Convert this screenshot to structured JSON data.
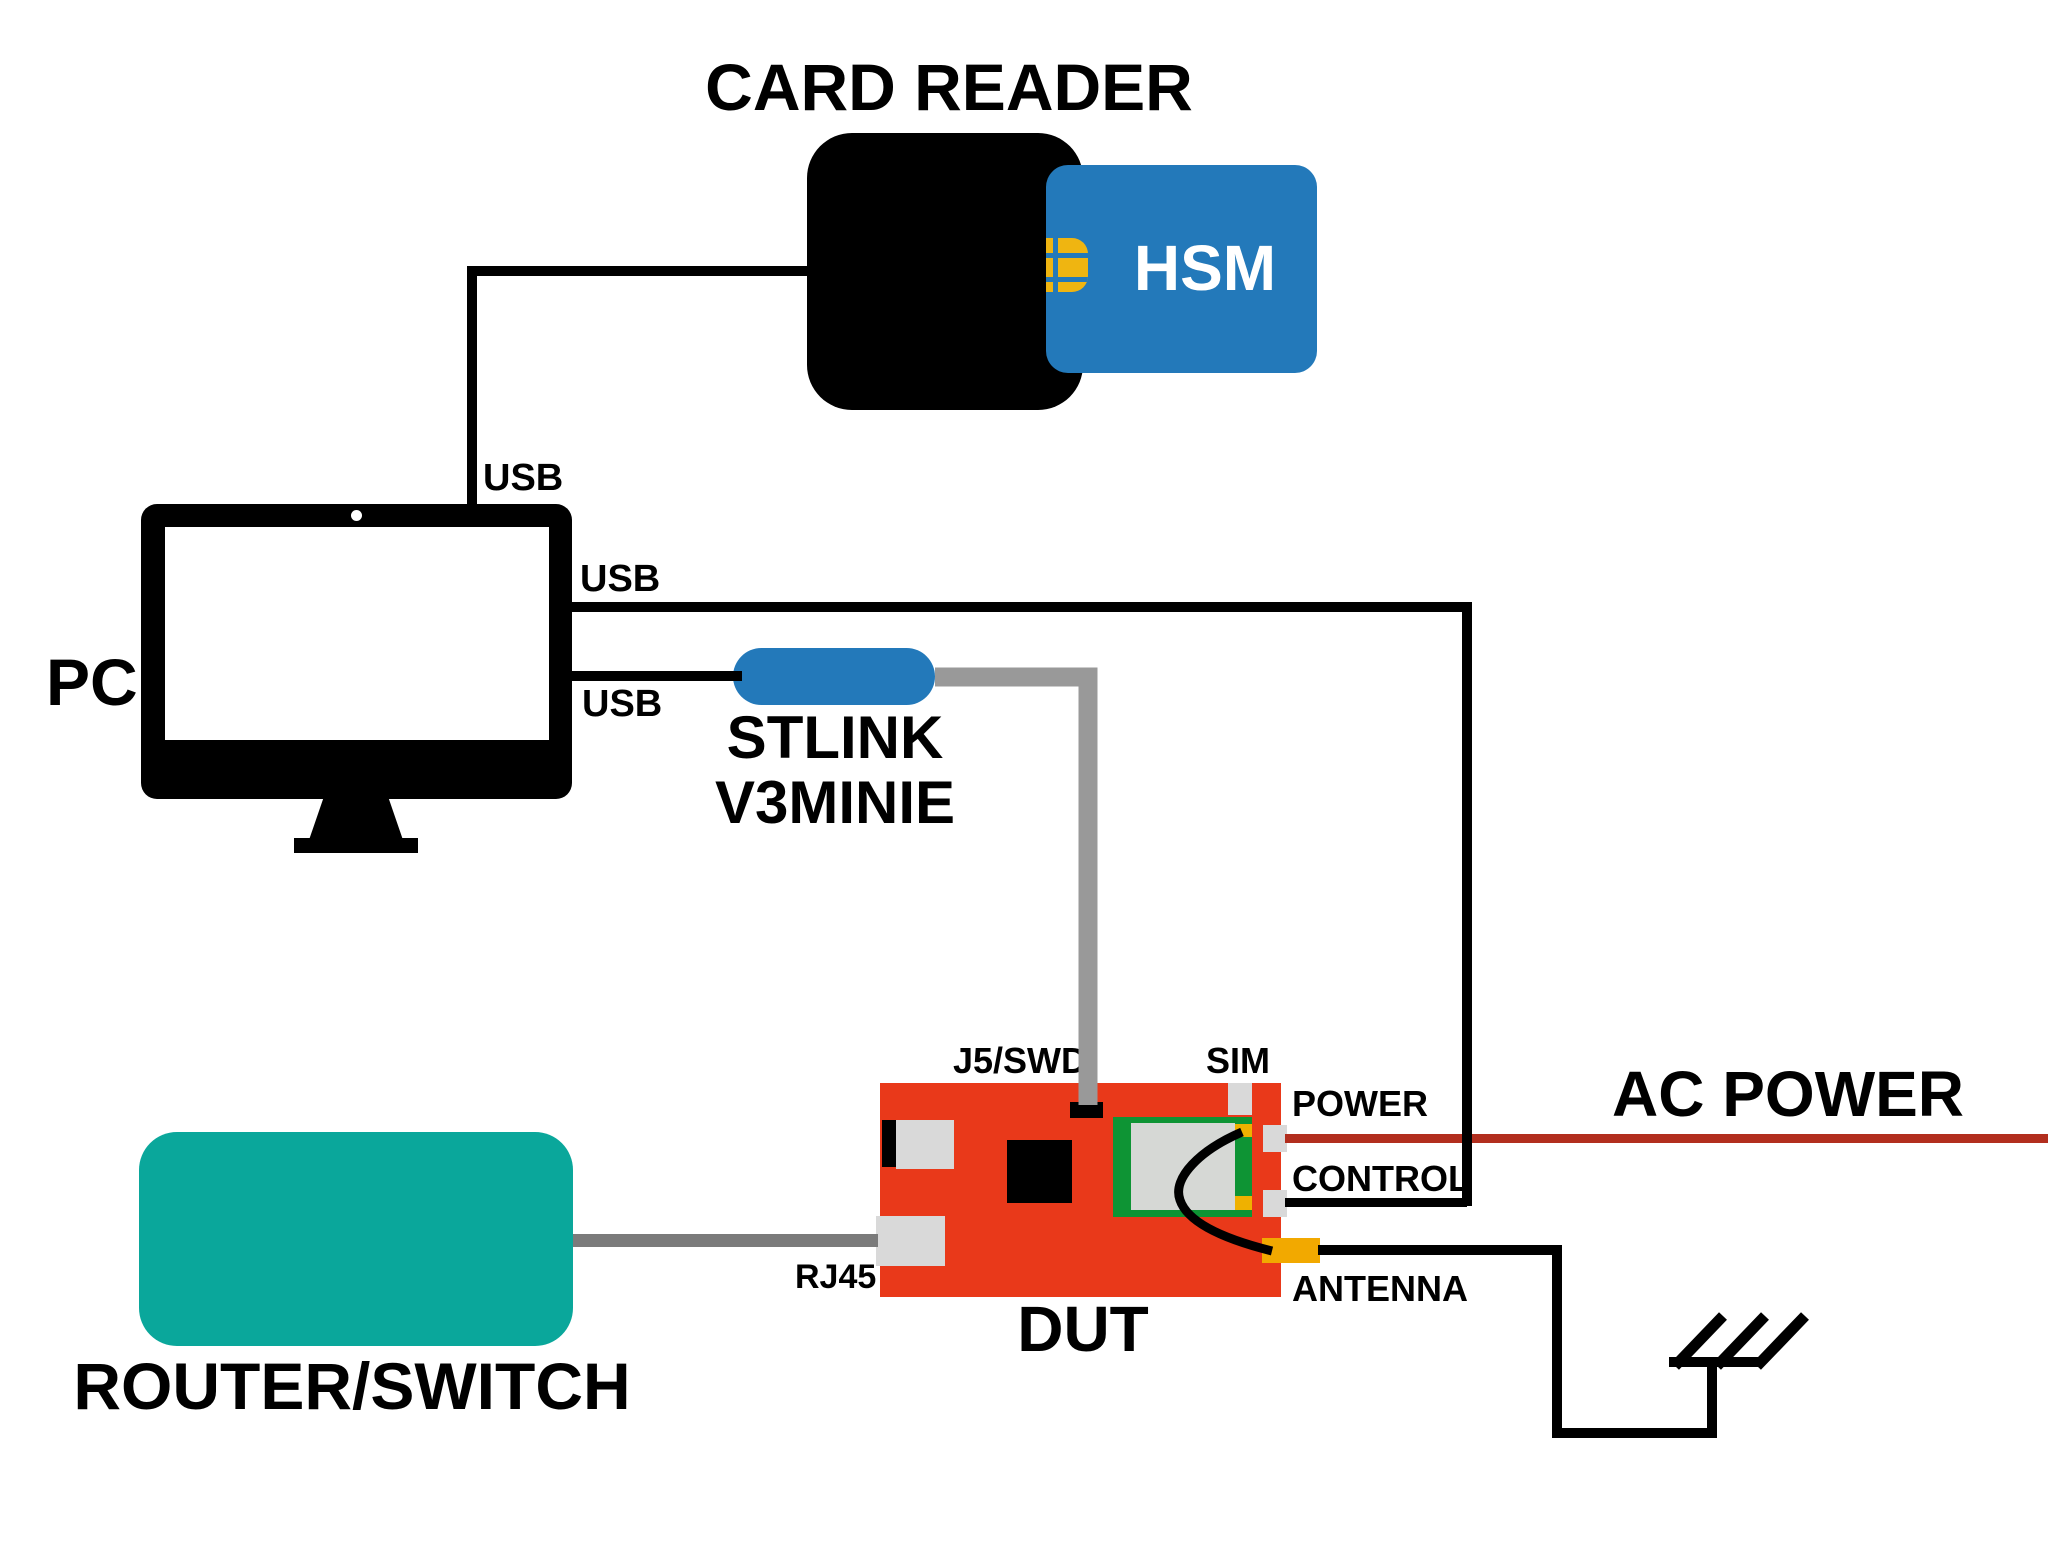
{
  "diagram": {
    "card_reader": {
      "title": "CARD READER",
      "card_label": "HSM"
    },
    "pc": {
      "label": "PC"
    },
    "stlink": {
      "line1": "STLINK",
      "line2": "V3MINIE"
    },
    "router": {
      "label": "ROUTER/SWITCH"
    },
    "dut": {
      "label": "DUT",
      "ports": {
        "j5": "J5/SWD",
        "sim": "SIM",
        "power": "POWER",
        "control": "CONTROL",
        "antenna": "ANTENNA",
        "rj45": "RJ45"
      }
    },
    "power": {
      "label": "AC POWER"
    },
    "usb_labels": {
      "top": "USB",
      "middle": "USB",
      "bottom": "USB"
    }
  },
  "colors": {
    "card_blue": "#2379BA",
    "chip_yellow": "#EFB511",
    "board_red": "#E9391A",
    "ac_power_red": "#B22E1E",
    "router_teal": "#0AA79B",
    "module_green": "#0E9434",
    "connector_gray": "#D9D9D9",
    "stlink_cable_gray": "#999999",
    "ethernet_cable_gray": "#7B7B7B",
    "antenna_connector_orange": "#F2A900",
    "wire_black": "#000000"
  }
}
